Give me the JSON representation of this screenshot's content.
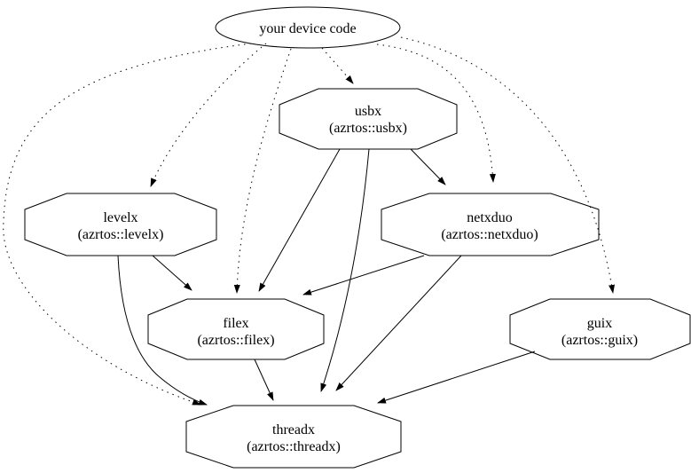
{
  "diagram": {
    "type": "dependency-graph",
    "background_color": "#ffffff",
    "stroke_color": "#000000",
    "nodes": {
      "device": {
        "label": "your device code",
        "shape": "ellipse"
      },
      "usbx": {
        "label": "usbx",
        "sublabel": "(azrtos::usbx)",
        "shape": "octagon"
      },
      "levelx": {
        "label": "levelx",
        "sublabel": "(azrtos::levelx)",
        "shape": "octagon"
      },
      "netxduo": {
        "label": "netxduo",
        "sublabel": "(azrtos::netxduo)",
        "shape": "octagon"
      },
      "filex": {
        "label": "filex",
        "sublabel": "(azrtos::filex)",
        "shape": "octagon"
      },
      "guix": {
        "label": "guix",
        "sublabel": "(azrtos::guix)",
        "shape": "octagon"
      },
      "threadx": {
        "label": "threadx",
        "sublabel": "(azrtos::threadx)",
        "shape": "octagon"
      }
    },
    "edges": [
      {
        "from": "device",
        "to": "usbx",
        "style": "dotted"
      },
      {
        "from": "device",
        "to": "levelx",
        "style": "dotted"
      },
      {
        "from": "device",
        "to": "netxduo",
        "style": "dotted"
      },
      {
        "from": "device",
        "to": "guix",
        "style": "dotted"
      },
      {
        "from": "device",
        "to": "filex",
        "style": "dotted"
      },
      {
        "from": "device",
        "to": "threadx",
        "style": "dotted"
      },
      {
        "from": "usbx",
        "to": "netxduo",
        "style": "solid"
      },
      {
        "from": "usbx",
        "to": "filex",
        "style": "solid"
      },
      {
        "from": "usbx",
        "to": "threadx",
        "style": "solid"
      },
      {
        "from": "levelx",
        "to": "filex",
        "style": "solid"
      },
      {
        "from": "levelx",
        "to": "threadx",
        "style": "solid"
      },
      {
        "from": "netxduo",
        "to": "filex",
        "style": "solid"
      },
      {
        "from": "netxduo",
        "to": "threadx",
        "style": "solid"
      },
      {
        "from": "filex",
        "to": "threadx",
        "style": "solid"
      },
      {
        "from": "guix",
        "to": "threadx",
        "style": "solid"
      }
    ]
  }
}
